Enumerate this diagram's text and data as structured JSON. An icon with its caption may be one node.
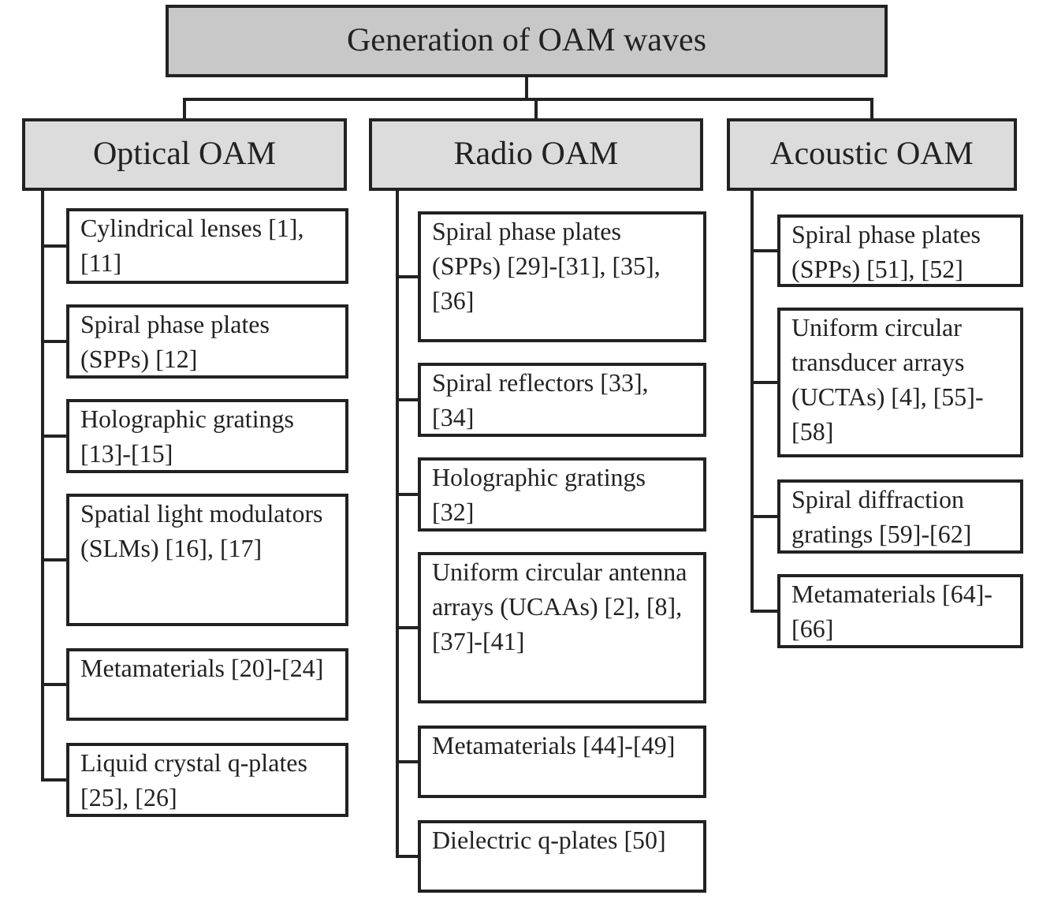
{
  "diagram": {
    "nodes": [
      {
        "text": [
          "Generation of OAM waves"
        ]
      },
      {
        "text": [
          "Optical OAM"
        ]
      },
      {
        "text": [
          "Radio OAM"
        ]
      },
      {
        "text": [
          "Acoustic OAM"
        ]
      },
      {
        "text": [
          "Cylindrical lenses [1], [11]"
        ]
      },
      {
        "text": [
          "Spiral phase plates (SPPs) [12]"
        ]
      },
      {
        "text": [
          "Holographic gratings [13]-[15]"
        ]
      },
      {
        "text": [
          "Spatial light modulators (SLMs) [16], [17]"
        ]
      },
      {
        "text": [
          "Metamaterials [20]-[24]"
        ]
      },
      {
        "text": [
          "Liquid crystal q-plates [25], [26]"
        ]
      },
      {
        "text": [
          "Spiral phase plates (SPPs) [29]-[31], [35], [36]"
        ]
      },
      {
        "text": [
          "Spiral reflectors [33], [34]"
        ]
      },
      {
        "text": [
          "Holographic gratings [32]"
        ]
      },
      {
        "text": [
          "Uniform circular antenna arrays (UCAAs) [2], [8], [37]-[41]"
        ]
      },
      {
        "text": [
          "Metamaterials [44]-[49]"
        ]
      },
      {
        "text": [
          "Dielectric q-plates [50]"
        ]
      },
      {
        "text": [
          "Spiral phase plates (SPPs) [51], [52]"
        ]
      },
      {
        "text": [
          "Uniform circular transducer arrays (UCTAs) [4], [55]-[58]"
        ]
      },
      {
        "text": [
          "Spiral diffraction gratings [59]-[62]"
        ]
      },
      {
        "text": [
          "Metamaterials [64]-[66]"
        ]
      }
    ],
    "edges": [
      {
        "from": 0,
        "to": 1,
        "arrow": "none"
      },
      {
        "from": 0,
        "to": 2,
        "arrow": "none"
      },
      {
        "from": 0,
        "to": 3,
        "arrow": "none"
      },
      {
        "from": 1,
        "to": 4,
        "arrow": "none"
      },
      {
        "from": 1,
        "to": 5,
        "arrow": "none"
      },
      {
        "from": 1,
        "to": 6,
        "arrow": "none"
      },
      {
        "from": 1,
        "to": 7,
        "arrow": "none"
      },
      {
        "from": 1,
        "to": 8,
        "arrow": "none"
      },
      {
        "from": 1,
        "to": 9,
        "arrow": "none"
      },
      {
        "from": 2,
        "to": 10,
        "arrow": "none"
      },
      {
        "from": 2,
        "to": 11,
        "arrow": "none"
      },
      {
        "from": 2,
        "to": 12,
        "arrow": "none"
      },
      {
        "from": 2,
        "to": 13,
        "arrow": "none"
      },
      {
        "from": 2,
        "to": 14,
        "arrow": "none"
      },
      {
        "from": 2,
        "to": 15,
        "arrow": "none"
      },
      {
        "from": 3,
        "to": 16,
        "arrow": "none"
      },
      {
        "from": 3,
        "to": 17,
        "arrow": "none"
      },
      {
        "from": 3,
        "to": 18,
        "arrow": "none"
      },
      {
        "from": 3,
        "to": 19,
        "arrow": "none"
      }
    ]
  }
}
